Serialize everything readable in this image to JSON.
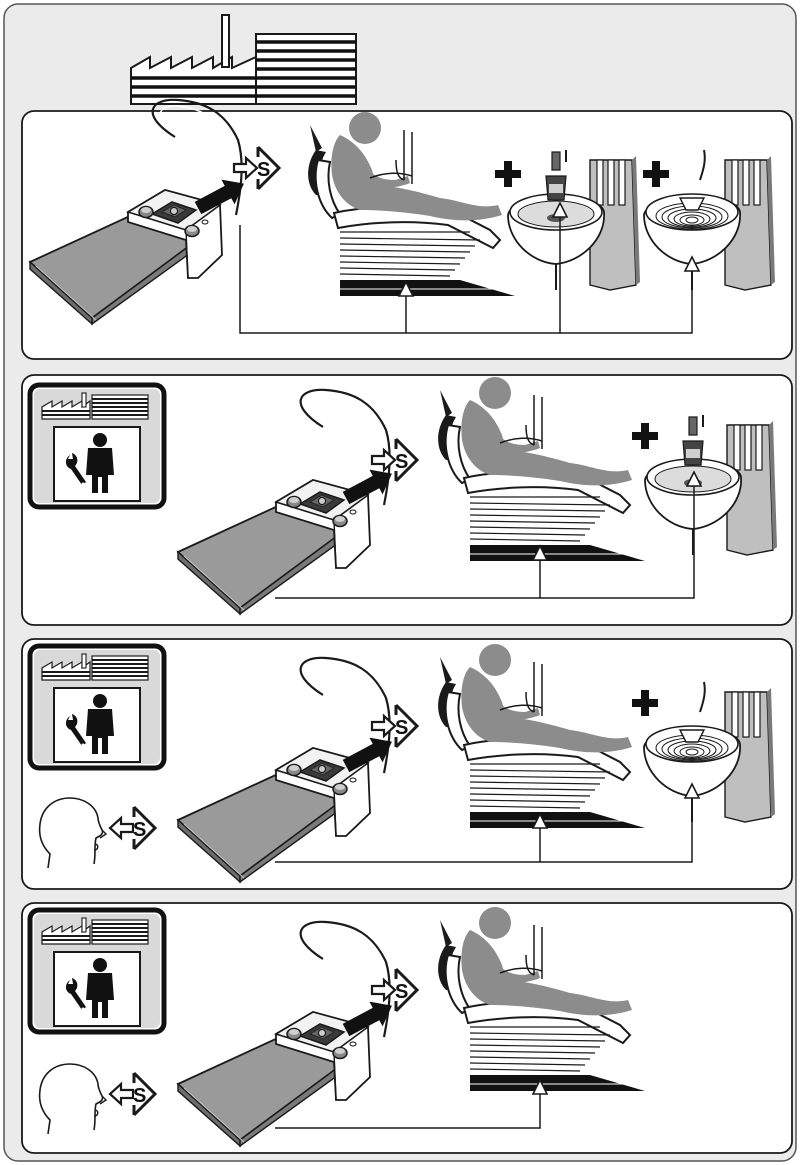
{
  "colors": {
    "outer_bg": "#ebebeb",
    "panel_bg": "#ffffff",
    "line": "#1a1a1a",
    "figure_gray": "#8c8c8c",
    "dark": "#111111",
    "light_gray": "#d9d9d9",
    "pedal_gray": "#9a9a9a"
  },
  "symbols": {
    "setting_letter": "S"
  },
  "panels": [
    {
      "id": "factory-default",
      "header_icon": "factory-icon",
      "controls": [
        "chair-icon",
        "cup-filler-icon",
        "bowl-rinse-icon"
      ],
      "plus_signs": 2,
      "has_technician_badge": false,
      "has_user_settings": false
    },
    {
      "id": "technician-chair-cupfill",
      "header_icon": "factory-technician-icon",
      "controls": [
        "chair-icon",
        "cup-filler-icon"
      ],
      "plus_signs": 1,
      "has_technician_badge": true,
      "has_user_settings": false
    },
    {
      "id": "user-chair-bowlrinse",
      "header_icon": "factory-technician-icon",
      "controls": [
        "chair-icon",
        "bowl-rinse-icon"
      ],
      "plus_signs": 1,
      "has_technician_badge": true,
      "has_user_settings": true
    },
    {
      "id": "user-chair-only",
      "header_icon": "factory-technician-icon",
      "controls": [
        "chair-icon"
      ],
      "plus_signs": 0,
      "has_technician_badge": true,
      "has_user_settings": true
    }
  ]
}
